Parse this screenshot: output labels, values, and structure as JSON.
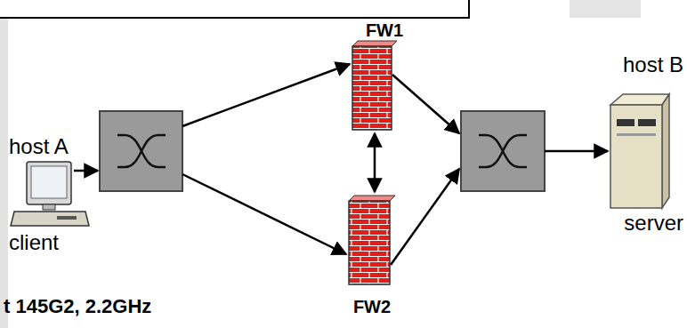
{
  "diagram": {
    "nodes": [
      {
        "text": [
          "host A",
          "client"
        ]
      },
      {
        "text": [
          "FW1"
        ]
      },
      {
        "text": [
          "FW2"
        ]
      },
      {
        "text": [
          "host B",
          "server"
        ]
      }
    ],
    "edges": [
      {
        "from": 1,
        "to": 2,
        "arrow": "both"
      }
    ],
    "labels": [
      "t 145G2, 2.2GHz"
    ]
  }
}
